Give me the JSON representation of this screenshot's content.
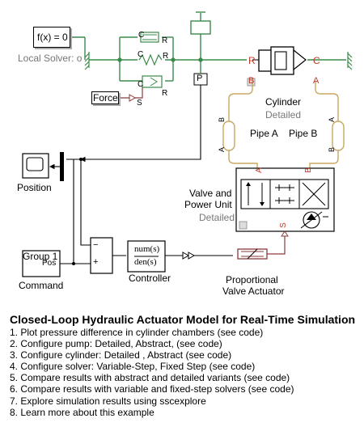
{
  "diagram": {
    "blocks": {
      "solver_expr": "f(x) = 0",
      "solver_label": "Local Solver: o",
      "force": "Force",
      "p_port": "P",
      "cylinder": "Cylinder",
      "cylinder_variant": "Detailed",
      "pipe_a": "Pipe A",
      "pipe_b": "Pipe B",
      "valve": "Valve and",
      "valve2": "Power Unit",
      "valve_variant": "Detailed",
      "position": "Position",
      "group": "Group 1",
      "pos_port": "Pos",
      "command": "Command",
      "controller": "Controller",
      "tf_num": "num(s)",
      "tf_den": "den(s)",
      "actuator": "Proportional",
      "actuator2": "Valve Actuator",
      "sum_minus": "−",
      "sum_plus": "+"
    },
    "ports": {
      "c": "C",
      "r": "R",
      "s": "S",
      "a": "A",
      "b": "B"
    }
  },
  "title": "Closed-Loop Hydraulic Actuator Model for Real-Time Simulation",
  "steps": [
    "1. Plot pressure difference in cylinder chambers (see code)",
    "2. Configure pump: Detailed, Abstract, (see code)",
    "3. Configure cylinder: Detailed , Abstract (see code)",
    "4. Configure solver: Variable-Step, Fixed Step (see code)",
    "5. Compare results with abstract and detailed variants (see code)",
    "6. Compare results with variable and fixed-step solvers (see code)",
    "7. Explore simulation results using sscexplore",
    "8. Learn more about this example"
  ],
  "colors": {
    "mechanical": "#3a8a4a",
    "hydraulic": "#c8a860",
    "physical_signal": "#8a3a3a",
    "signal": "#000000",
    "port_red": "#c0392b"
  }
}
